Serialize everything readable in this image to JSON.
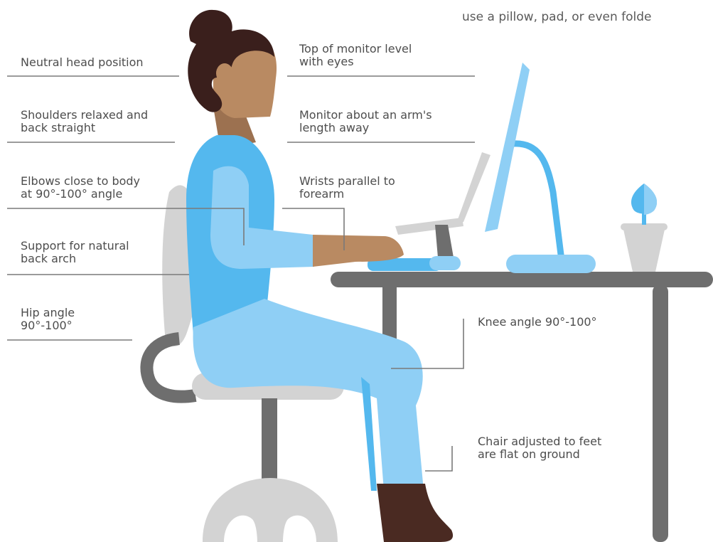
{
  "caption_cutoff": "use a pillow, pad, or even folde",
  "labels": {
    "neutral_head": "Neutral head position",
    "shoulders": "Shoulders relaxed and\nback straight",
    "elbows": "Elbows close to body\nat 90°-100° angle",
    "back_support": "Support for natural\nback arch",
    "hip_angle": "Hip angle\n90°-100°",
    "monitor_top": "Top of monitor level\nwith eyes",
    "monitor_distance": "Monitor about an arm's\nlength away",
    "wrists": "Wrists parallel to\nforearm",
    "knee_angle": "Knee angle 90°-100°",
    "chair_feet": "Chair adjusted to feet\nare flat on ground"
  },
  "colors": {
    "hair": "#3a1f1c",
    "skin": "#b98a62",
    "neck": "#9c7150",
    "shirt": "#54b8ee",
    "sleeve": "#8fcff5",
    "pants": "#8fcff5",
    "shoe": "#4a2a22",
    "chair": "#d3d3d3",
    "chair_dark": "#6e6e6e",
    "desk": "#6e6e6e",
    "monitor": "#8fcff5",
    "leader_line": "#7a7a7a"
  },
  "icons": [
    "person-figure",
    "office-chair",
    "desk",
    "monitor",
    "laptop",
    "keyboard",
    "mouse",
    "plant-pot"
  ]
}
